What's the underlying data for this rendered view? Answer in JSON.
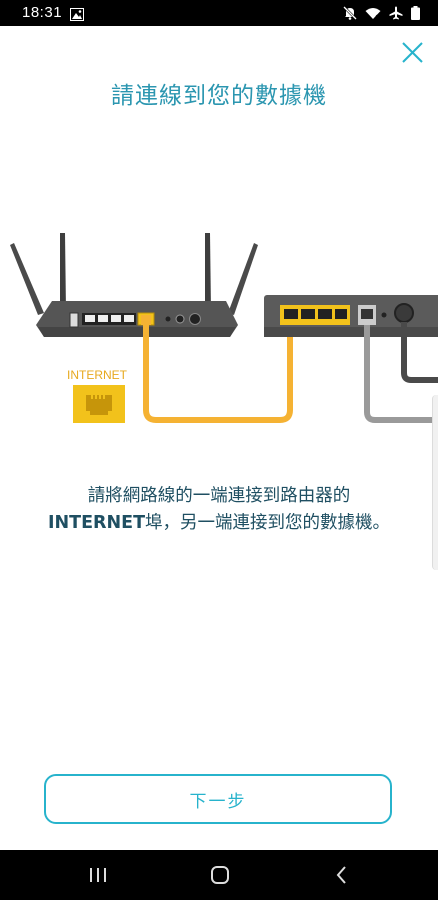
{
  "status_bar": {
    "time": "18:31",
    "icons": [
      "image-icon",
      "mute-icon",
      "wifi-icon",
      "airplane-icon",
      "battery-icon"
    ]
  },
  "header": {
    "close_icon": "close-icon",
    "title": "請連線到您的數據機"
  },
  "illustration": {
    "internet_label": "INTERNET",
    "colors": {
      "cable": "#f5b233",
      "port": "#f2c21b",
      "device": "#5b5b5b",
      "modem_cable": "#9a9a9a"
    }
  },
  "instruction": {
    "line1": "請將網路線的一端連接到路由器的",
    "line2_bold": "INTERNET",
    "line2_rest": "埠，另一端連接到您的數據機。"
  },
  "footer": {
    "next_label": "下一步"
  },
  "nav_bar": {
    "icons": [
      "recent-apps-icon",
      "home-icon",
      "back-icon"
    ]
  },
  "colors": {
    "accent": "#27b3cc",
    "title": "#2b96b0",
    "text": "#1f4f62"
  }
}
